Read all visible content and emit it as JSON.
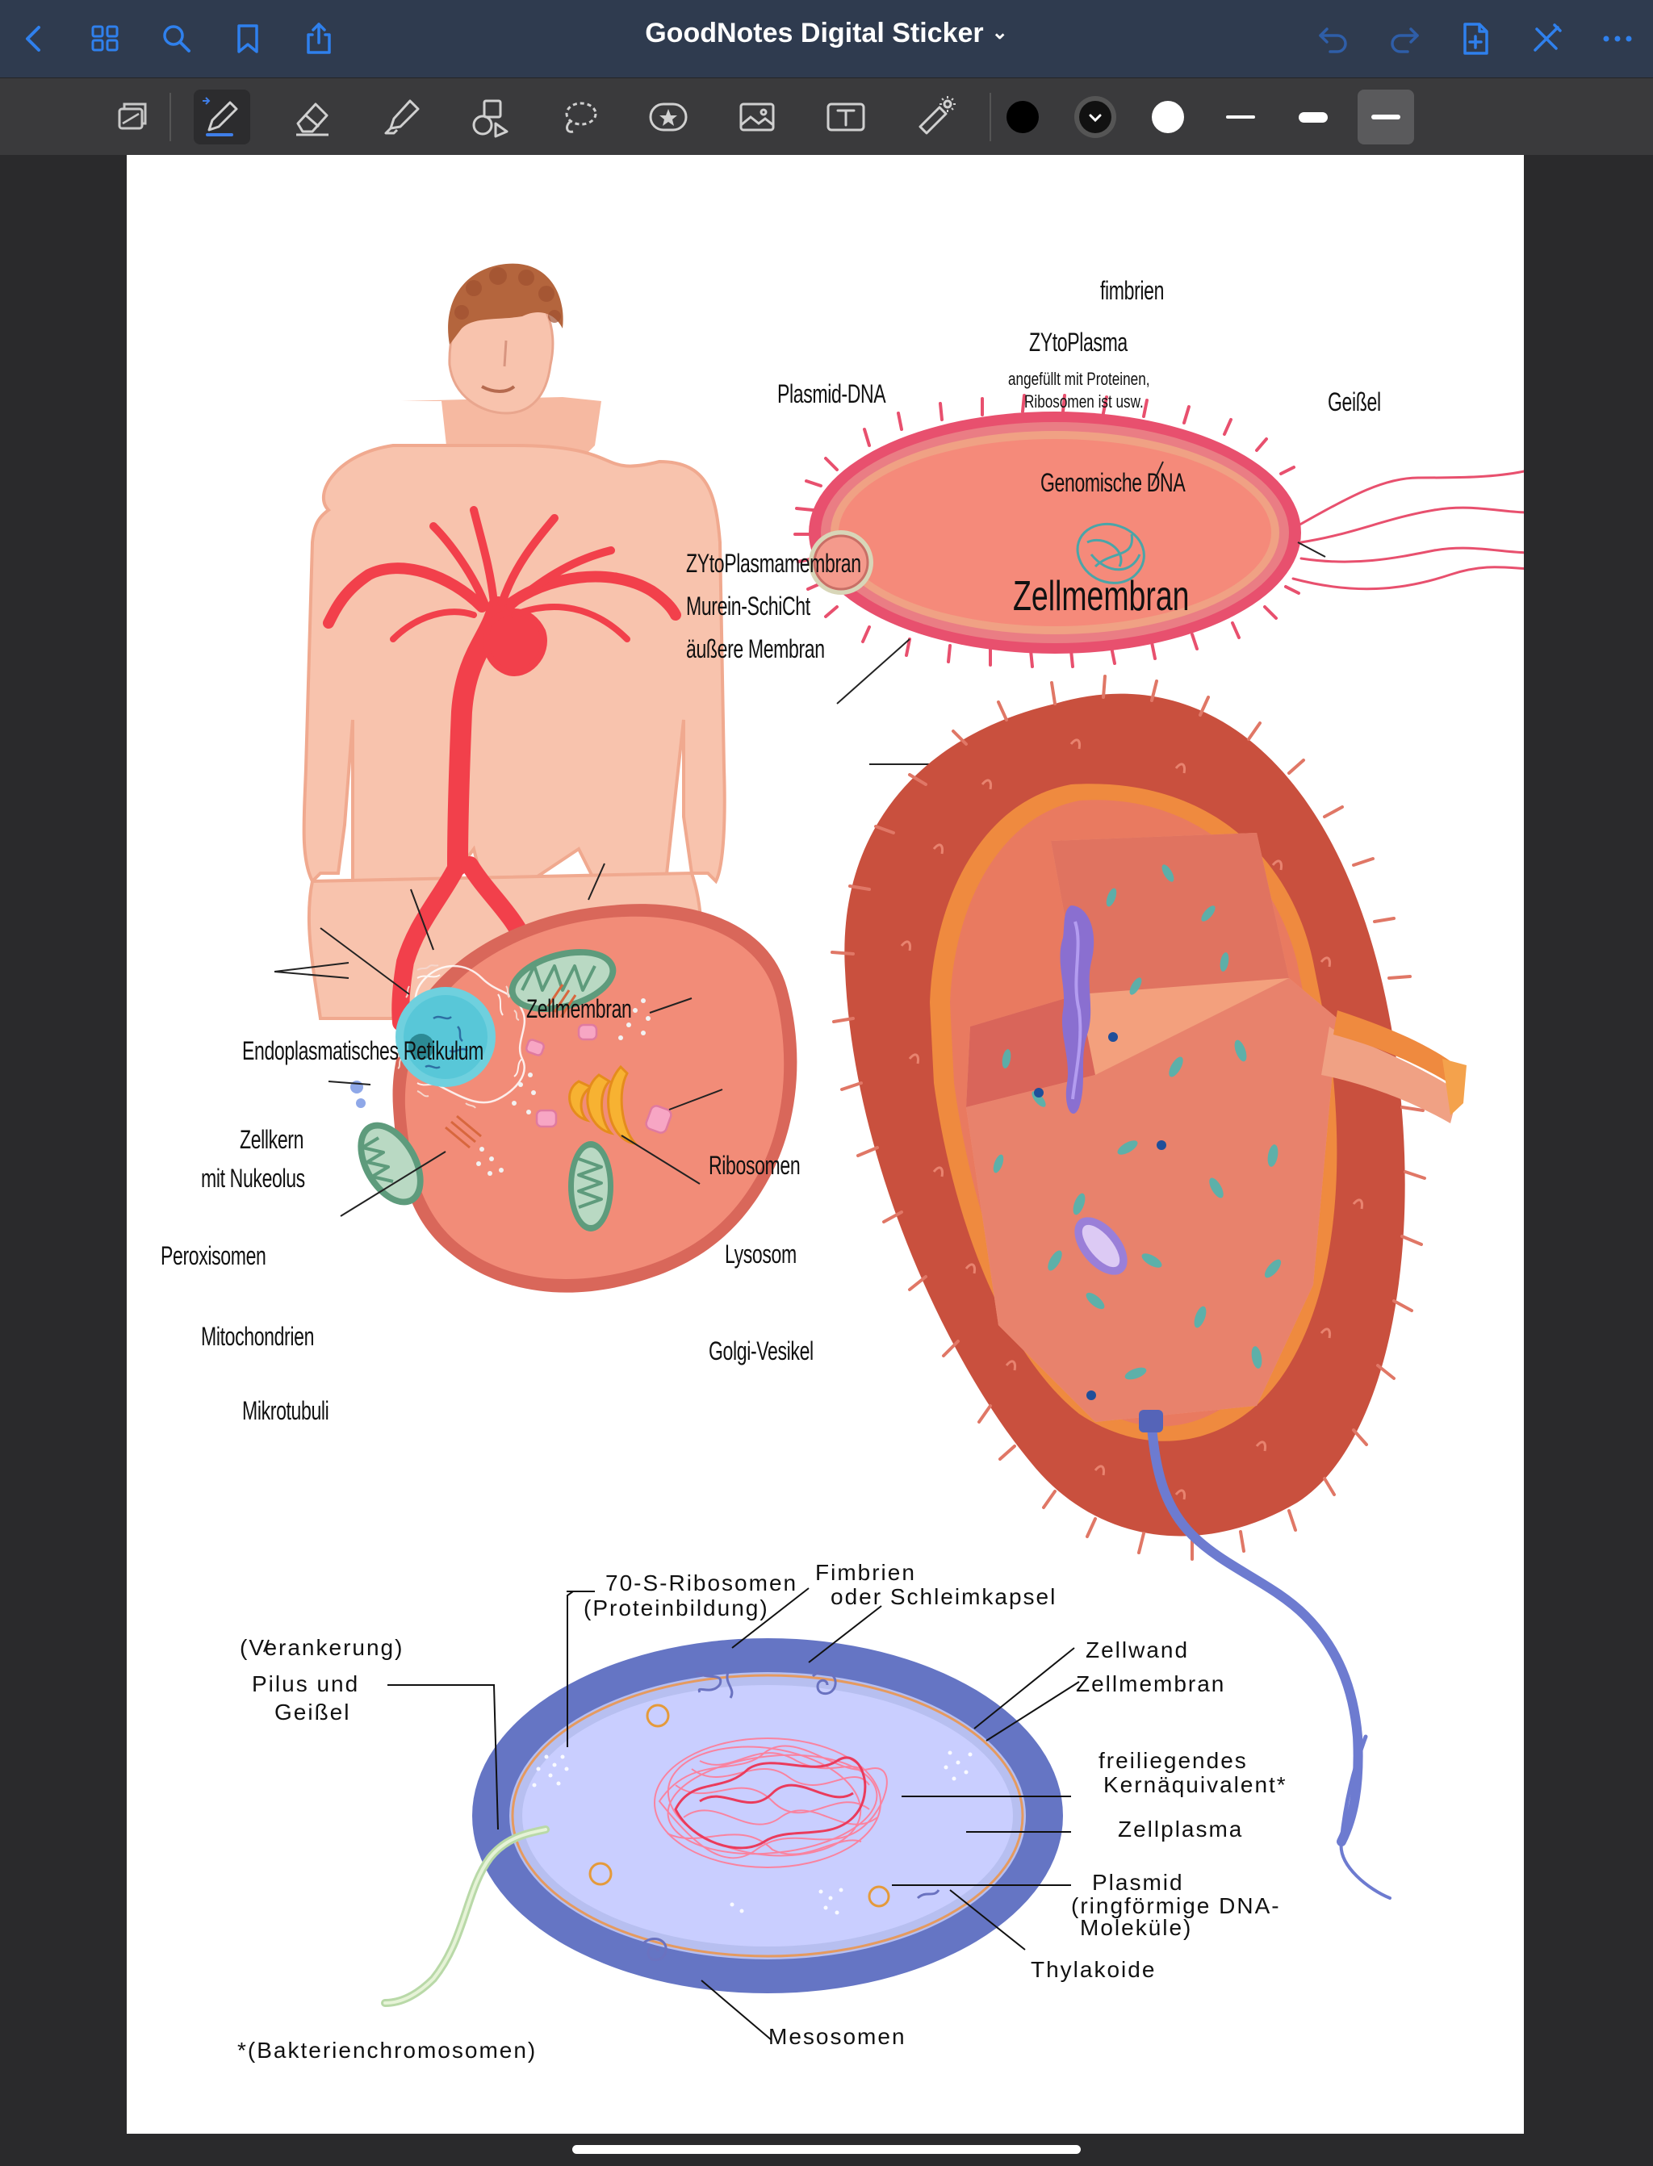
{
  "navbar": {
    "title": "GoodNotes Digital Sticker",
    "title_chevron": "⌄",
    "accent_color": "#2f80ed",
    "left_icons": [
      "back-chevron-icon",
      "grid-icon",
      "search-icon",
      "bookmark-icon",
      "share-icon"
    ],
    "right_icons": [
      "undo-icon",
      "redo-icon",
      "add-page-icon",
      "close-pen-icon",
      "more-icon"
    ]
  },
  "toolbar": {
    "tools": [
      "page-view-icon",
      "pen-icon",
      "eraser-icon",
      "highlighter-icon",
      "shapes-icon",
      "lasso-icon",
      "sticker-icon",
      "image-icon",
      "text-box-icon",
      "laser-pointer-icon"
    ],
    "colors": [
      "#000000",
      "#111111",
      "#ffffff"
    ],
    "stroke_widths": [
      "thin",
      "medium",
      "thick"
    ],
    "selected_stroke": "thick"
  },
  "human_figure": {},
  "bacterium1": {
    "fimbrien": "fimbrien",
    "zytoplasma": "ZYtoPlasma",
    "zytoplasma_note_1": "angefüllt mit Proteinen,",
    "zytoplasma_note_2": "Ribosomen ist usw.",
    "plasmid": "Plasmid-DNA",
    "genomisch": "Genomische DNA",
    "geissel": "Geißel",
    "zytoplasmamembran": "ZYtoPlasmamembran",
    "murein": "Murein-SchiCht",
    "aeussere": "äußere Membran",
    "zellmembran": "Zellmembran"
  },
  "animal_cell": {
    "zellmembran": "Zellmembran",
    "er": "Endoplasmatisches Retikulum",
    "zellkern_1": "Zellkern",
    "zellkern_2": "mit Nukeolus",
    "ribosomen": "Ribosomen",
    "peroxisomen": "Peroxisomen",
    "lysosom": "Lysosom",
    "mitochondrien": "Mitochondrien",
    "golgi": "Golgi-Vesikel",
    "mikrotubuli": "Mikrotubuli"
  },
  "bacterium2": {
    "ribosomen_1": "70-S-Ribosomen",
    "ribosomen_2": "(Proteinbildung)",
    "fimbrien_1": "Fimbrien",
    "fimbrien_2": "oder Schleimkapsel",
    "verankerung": "(Verankerung)",
    "pilus_1": "Pilus und",
    "pilus_2": "Geißel",
    "zellwand": "Zellwand",
    "zellmembran": "Zellmembran",
    "kern_1": "freiliegendes",
    "kern_2": "Kernäquivalent*",
    "zellplasma": "Zellplasma",
    "plasmid_1": "Plasmid",
    "plasmid_2": "(ringförmige DNA-",
    "plasmid_3": "Moleküle)",
    "thylakoide": "Thylakoide",
    "mesosomen": "Mesosomen",
    "footnote": "*(Bakterienchromosomen)"
  }
}
